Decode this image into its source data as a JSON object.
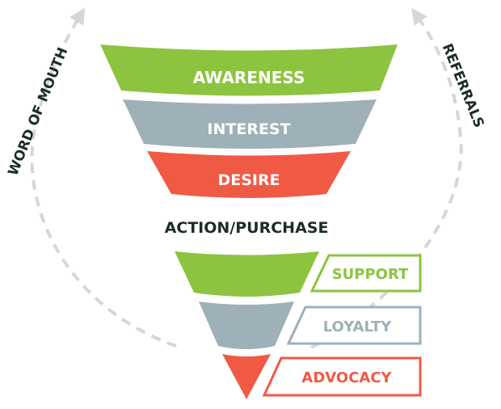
{
  "funnel_top": [
    {
      "label": "AWARENESS",
      "color": "#8cc43f"
    },
    {
      "label": "INTEREST",
      "color": "#9eb0b8"
    },
    {
      "label": "DESIRE",
      "color": "#f05a45"
    }
  ],
  "middle_label": "ACTION/PURCHASE",
  "funnel_bottom": [
    {
      "label": "SUPPORT",
      "color": "#8cc43f"
    },
    {
      "label": "LOYALTY",
      "color": "#9eb0b8"
    },
    {
      "label": "ADVOCACY",
      "color": "#f05a45"
    }
  ],
  "side_labels": {
    "left": "WORD OF MOUTH",
    "right": "REFERRALS"
  },
  "colors": {
    "text_dark": "#1c2b2b",
    "arrow": "#d4d7d8",
    "label_on_shape": "#ffffff"
  }
}
